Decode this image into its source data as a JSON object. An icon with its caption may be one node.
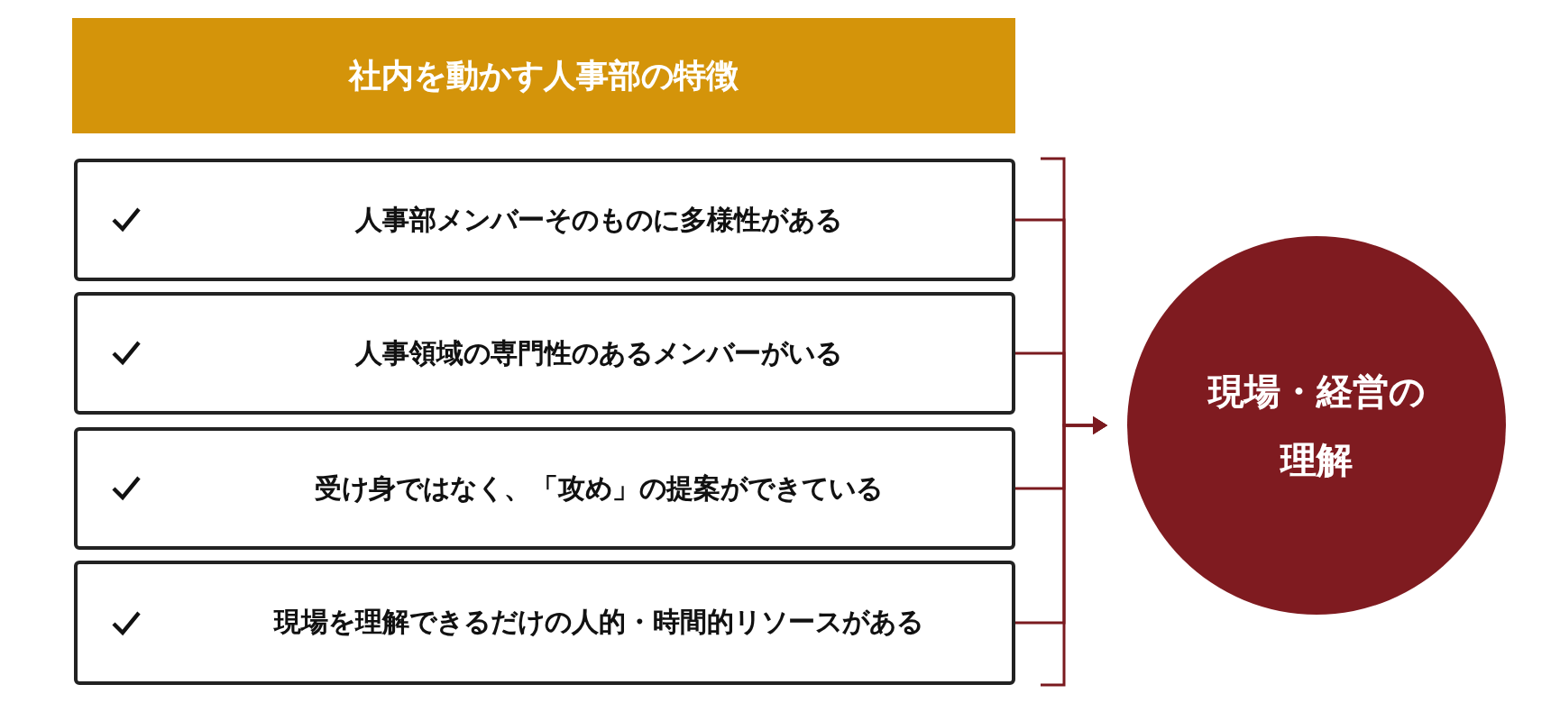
{
  "diagram": {
    "nodes": [
      {
        "text": [
          "社内を動かす人事部の特徴"
        ]
      },
      {
        "text": [
          "人事部メンバーそのものに多様性がある"
        ]
      },
      {
        "text": [
          "人事領域の専門性のあるメンバーがいる"
        ]
      },
      {
        "text": [
          "受け身ではなく、「攻め」の提案ができている"
        ]
      },
      {
        "text": [
          "現場を理解できるだけの人的・時間的リソースがある"
        ]
      },
      {
        "text": [
          "現場・経営の理解"
        ]
      }
    ],
    "edges": [
      {
        "from": 1,
        "to": 5,
        "arrow": "to"
      },
      {
        "from": 2,
        "to": 5,
        "arrow": "to"
      },
      {
        "from": 3,
        "to": 5,
        "arrow": "to"
      },
      {
        "from": 4,
        "to": 5,
        "arrow": "to"
      }
    ]
  }
}
